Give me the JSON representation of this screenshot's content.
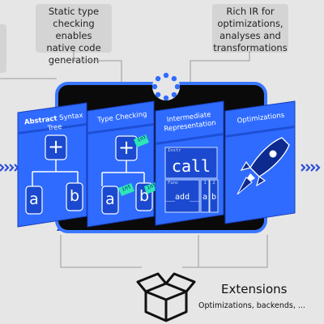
{
  "callouts": {
    "static_type_checking": [
      "Static type",
      "checking enables",
      "native code",
      "generation"
    ],
    "rich_ir": [
      "Rich IR for",
      "optimizations,",
      "analyses and",
      "transformations"
    ]
  },
  "cards": {
    "ast": {
      "title_bold": "Abstract",
      "title_rest": " Syntax Tree",
      "root": "+",
      "left": "a",
      "right": "b"
    },
    "type_checking": {
      "title": "Type Checking",
      "root": "+",
      "left": "a",
      "right": "b",
      "tag": "int"
    },
    "ir": {
      "title_line1": "Intermediate",
      "title_line2": "Representation",
      "instr_label": "Instr",
      "instr_value": "call",
      "func_label": "Func",
      "func_value": "__add__",
      "arg1_index": "1",
      "arg1": "a",
      "arg2_index": "2",
      "arg2": "b"
    },
    "optimizations": {
      "title": "Optimizations"
    }
  },
  "extensions": {
    "title": "Extensions",
    "subtitle": "Optimizations, backends, ..."
  },
  "colors": {
    "blue": "#2f6bff",
    "blue_light": "#4a82ff",
    "dark": "#0a0a0a",
    "background": "#e6e6e6",
    "callout": "#d4d4d4",
    "arrow": "#2d4ed8"
  }
}
